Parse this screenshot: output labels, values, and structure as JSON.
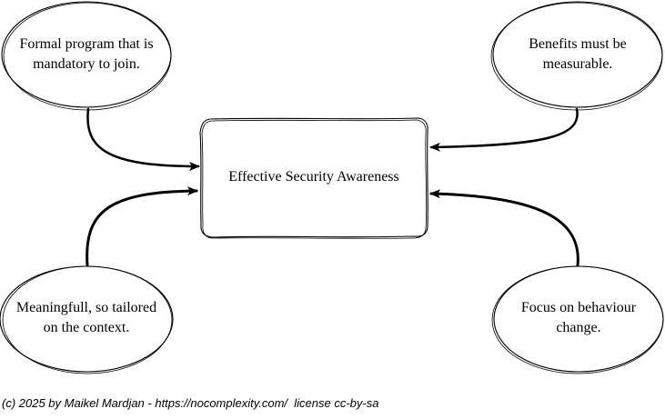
{
  "diagram": {
    "center": {
      "label": "Effective Security Awareness"
    },
    "nodes": {
      "top_left": {
        "line1": "Formal program that is",
        "line2": "mandatory to join."
      },
      "top_right": {
        "line1": "Benefits must be",
        "line2": "measurable."
      },
      "bottom_left": {
        "line1": "Meaningfull, so tailored",
        "line2": "on the context."
      },
      "bottom_right": {
        "line1": "Focus on behaviour",
        "line2": "change."
      }
    },
    "footer": "(c) 2025 by Maikel Mardjan - https://nocomplexity.com/  license cc-by-sa"
  }
}
